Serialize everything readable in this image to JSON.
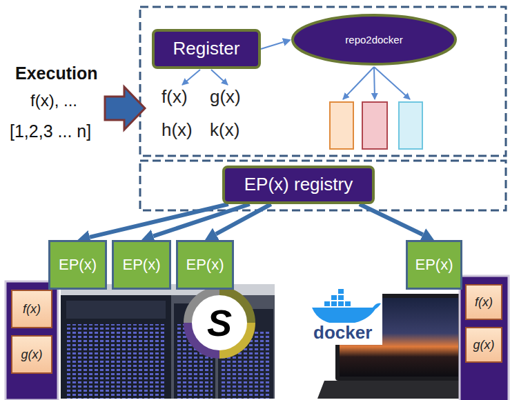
{
  "diagram": {
    "nodes": [
      {
        "text": [
          "Register"
        ]
      },
      {
        "text": [
          "repo2docker"
        ]
      },
      {
        "text": [
          "EP(x) registry"
        ]
      },
      {
        "text": [
          "EP(x)"
        ]
      },
      {
        "text": [
          "EP(x)"
        ]
      },
      {
        "text": [
          "EP(x)"
        ]
      },
      {
        "text": [
          "EP(x)"
        ]
      },
      {
        "text": [
          "f(x)"
        ]
      },
      {
        "text": [
          "g(x)"
        ]
      },
      {
        "text": [
          "f(x)"
        ]
      },
      {
        "text": [
          "g(x)"
        ]
      }
    ],
    "edges": [
      {
        "from": 0,
        "to": 1,
        "arrow": "to"
      },
      {
        "from": 2,
        "to": 3,
        "arrow": "to"
      },
      {
        "from": 2,
        "to": 4,
        "arrow": "to"
      },
      {
        "from": 2,
        "to": 5,
        "arrow": "to"
      },
      {
        "from": 2,
        "to": 6,
        "arrow": "to"
      }
    ],
    "labels": [
      "Execution",
      "f(x), ...",
      "[1,2,3 ... n]",
      "f(x)",
      "g(x)",
      "h(x)",
      "k(x)",
      "S",
      "docker"
    ]
  }
}
